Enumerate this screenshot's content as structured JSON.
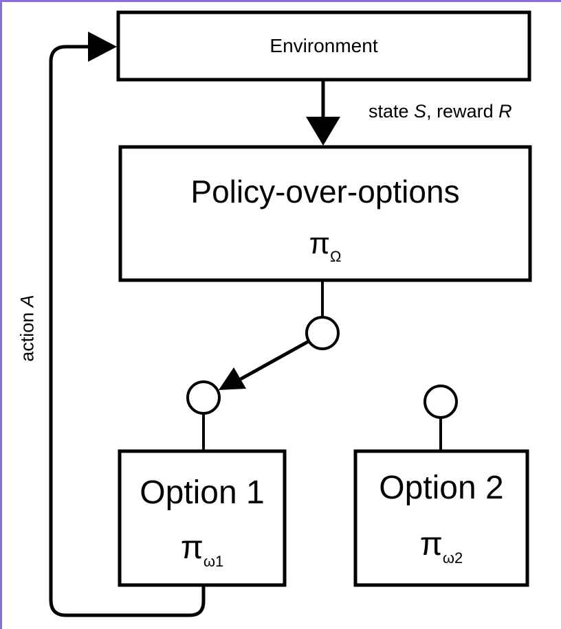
{
  "environment": {
    "label": "Environment"
  },
  "observation_edge": {
    "prefix": "state ",
    "state_symbol": "S",
    "middle": ", reward ",
    "reward_symbol": "R"
  },
  "policy_over_options": {
    "title": "Policy-over-options",
    "symbol": "π",
    "subscript": "Ω"
  },
  "options": [
    {
      "title": "Option 1",
      "symbol": "π",
      "subscript": "ω1"
    },
    {
      "title": "Option 2",
      "symbol": "π",
      "subscript": "ω2"
    }
  ],
  "action_edge": {
    "prefix": "action ",
    "symbol": "A"
  },
  "colors": {
    "stroke": "#000000",
    "frame_accent": "#8a6fd6"
  }
}
